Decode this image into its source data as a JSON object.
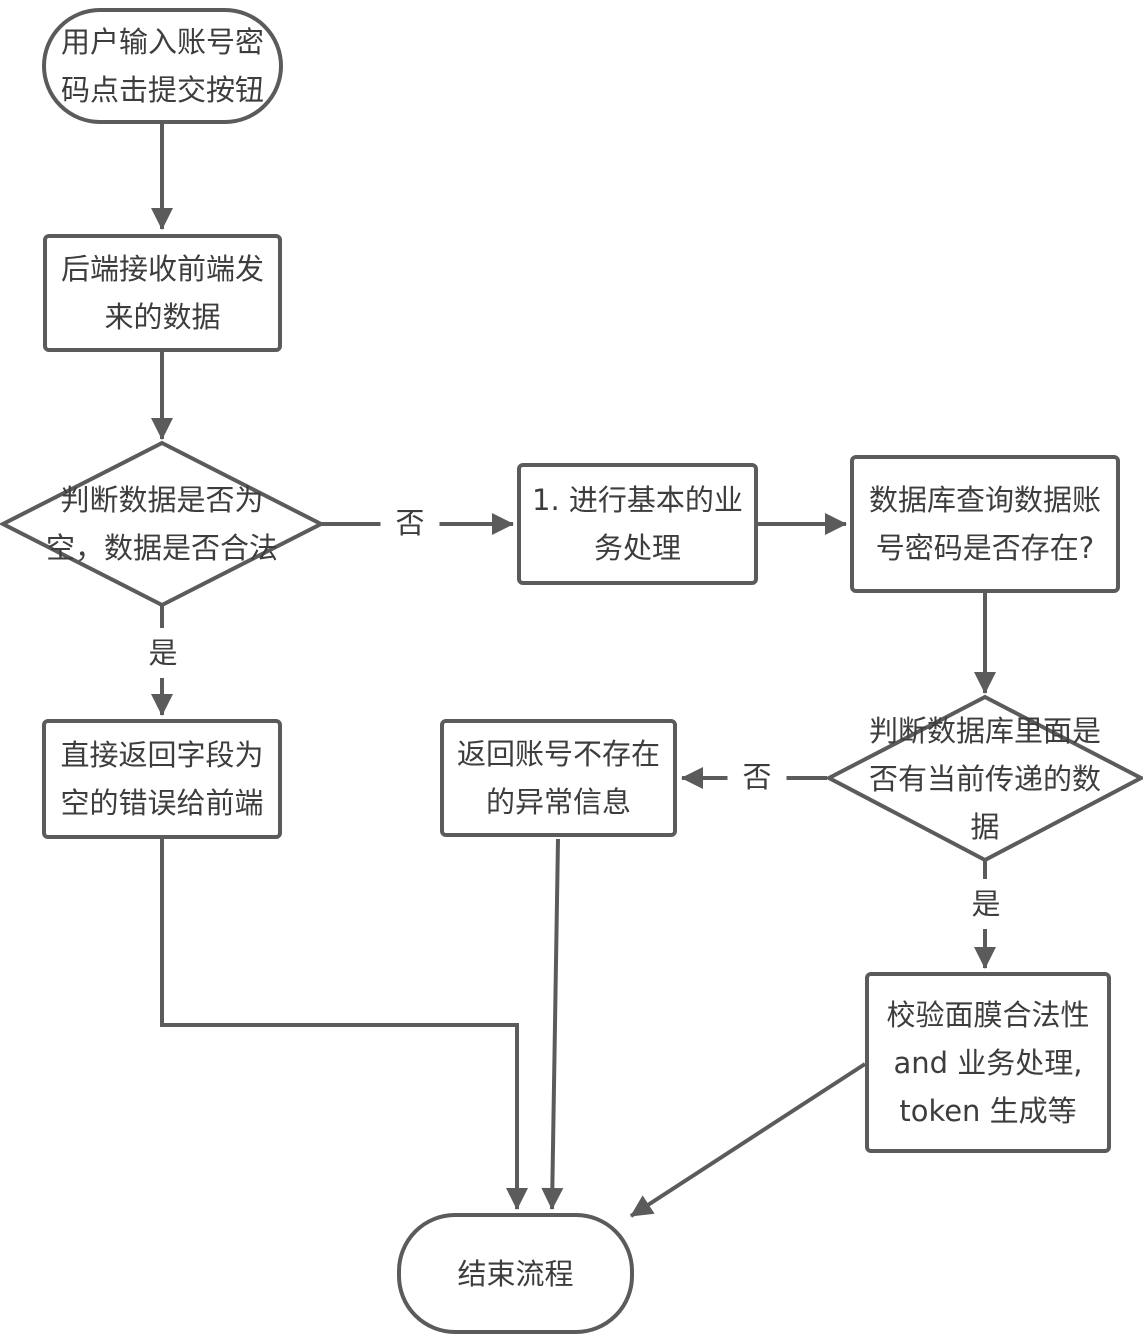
{
  "colors": {
    "stroke": "#5b5b5b",
    "text": "#3d3d3d",
    "background": "#ffffff"
  },
  "nodes": {
    "start": {
      "type": "terminator",
      "lines": [
        "用户输入账号密",
        "码点击提交按钮"
      ]
    },
    "receive": {
      "type": "process",
      "lines": [
        "后端接收前端发",
        "来的数据"
      ]
    },
    "check_empty": {
      "type": "decision",
      "lines": [
        "判断数据是否为",
        "空，数据是否合法"
      ]
    },
    "return_empty_error": {
      "type": "process",
      "lines": [
        "直接返回字段为",
        "空的错误给前端"
      ]
    },
    "basic_process": {
      "type": "process",
      "lines": [
        "1. 进行基本的业",
        "务处理"
      ]
    },
    "db_query": {
      "type": "process",
      "lines": [
        "数据库查询数据账",
        "号密码是否存在?"
      ]
    },
    "check_db": {
      "type": "decision",
      "lines": [
        "判断数据库里面是",
        "否有当前传递的数",
        "据"
      ]
    },
    "return_not_exist": {
      "type": "process",
      "lines": [
        "返回账号不存在",
        "的异常信息"
      ]
    },
    "validate_token": {
      "type": "process",
      "lines": [
        "校验面膜合法性",
        "and 业务处理,",
        "token 生成等"
      ]
    },
    "end": {
      "type": "terminator",
      "lines": [
        "结束流程"
      ]
    }
  },
  "edge_labels": {
    "check_empty_no": "否",
    "check_empty_yes": "是",
    "check_db_no": "否",
    "check_db_yes": "是"
  }
}
